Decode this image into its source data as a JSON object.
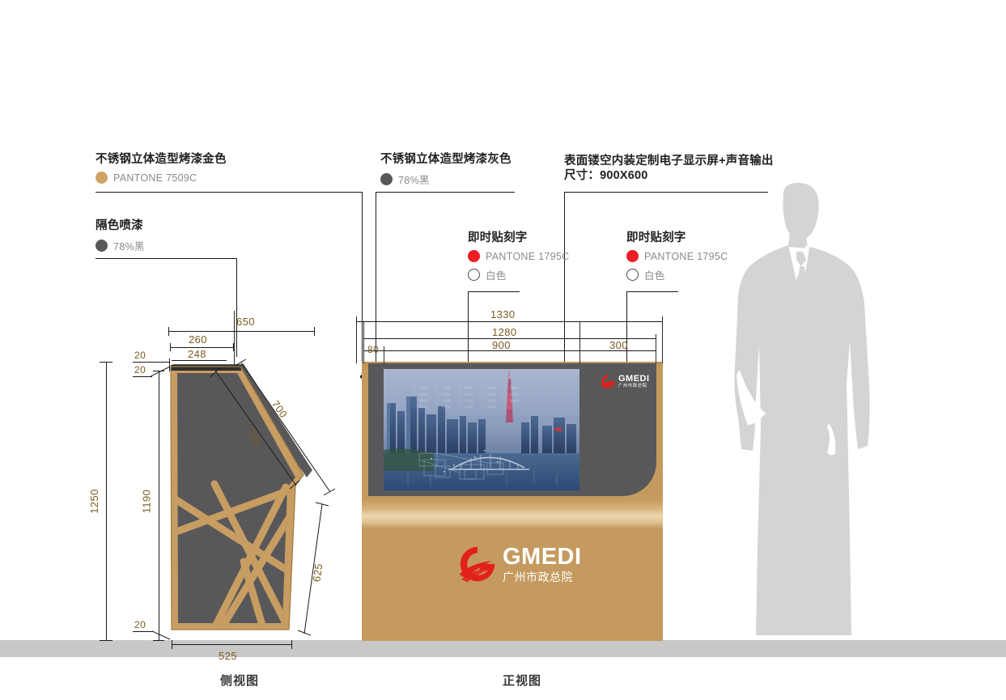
{
  "drawing": {
    "captions": {
      "side_view": "侧视图",
      "front_view": "正视图"
    }
  },
  "annotations": [
    {
      "id": "gold-steel",
      "title": "不锈钢立体造型烤漆金色",
      "swatches": [
        {
          "label": "PANTONE 7509C",
          "color": "#cfa366",
          "style": "filled"
        }
      ]
    },
    {
      "id": "spacer-paint",
      "title": "隔色喷漆",
      "swatches": [
        {
          "label": "78%黑",
          "color": "#58585a",
          "style": "filled"
        }
      ]
    },
    {
      "id": "gray-steel",
      "title": "不锈钢立体造型烤漆灰色",
      "swatches": [
        {
          "label": "78%黑",
          "color": "#58585a",
          "style": "filled"
        }
      ]
    },
    {
      "id": "display-screen",
      "title": "表面镂空内装定制电子显示屏+声音输出",
      "subtitle": "尺寸：900X600",
      "swatches": []
    },
    {
      "id": "sticker-lettering-left",
      "title": "即时贴刻字",
      "swatches": [
        {
          "label": "PANTONE 1795C",
          "color": "#ee1c25",
          "style": "filled"
        },
        {
          "label": "白色",
          "color": "#ffffff",
          "style": "hollow"
        }
      ]
    },
    {
      "id": "sticker-lettering-right",
      "title": "即时贴刻字",
      "swatches": [
        {
          "label": "PANTONE 1795C",
          "color": "#ee1c25",
          "style": "filled"
        },
        {
          "label": "白色",
          "color": "#ffffff",
          "style": "hollow"
        }
      ]
    }
  ],
  "dimensions": {
    "side_view": {
      "depth_outer": "650",
      "top_outer": "260",
      "top_inner": "248",
      "thickness_top_1": "20",
      "thickness_top_2": "20",
      "thickness_bottom": "20",
      "height_overall": "1250",
      "height_inner": "1190",
      "slope_outer": "700",
      "slope_inner": "735",
      "lower_slope": "625",
      "base_width": "525"
    },
    "front_view": {
      "width_overall": "1330",
      "width_inner": "1280",
      "left_margin": "80",
      "screen_width": "900",
      "right_panel": "300"
    }
  },
  "branding": {
    "name_en": "GMEDI",
    "name_cn": "广州市政总院"
  },
  "palette": {
    "gold": "#c49a5e",
    "gold_swatch": "#cfa366",
    "dark_gray": "#58585a",
    "red": "#ee1c25",
    "ground": "#c8c8c8",
    "silhouette": "#d4d4d4",
    "dim_text": "#7a5b20"
  }
}
